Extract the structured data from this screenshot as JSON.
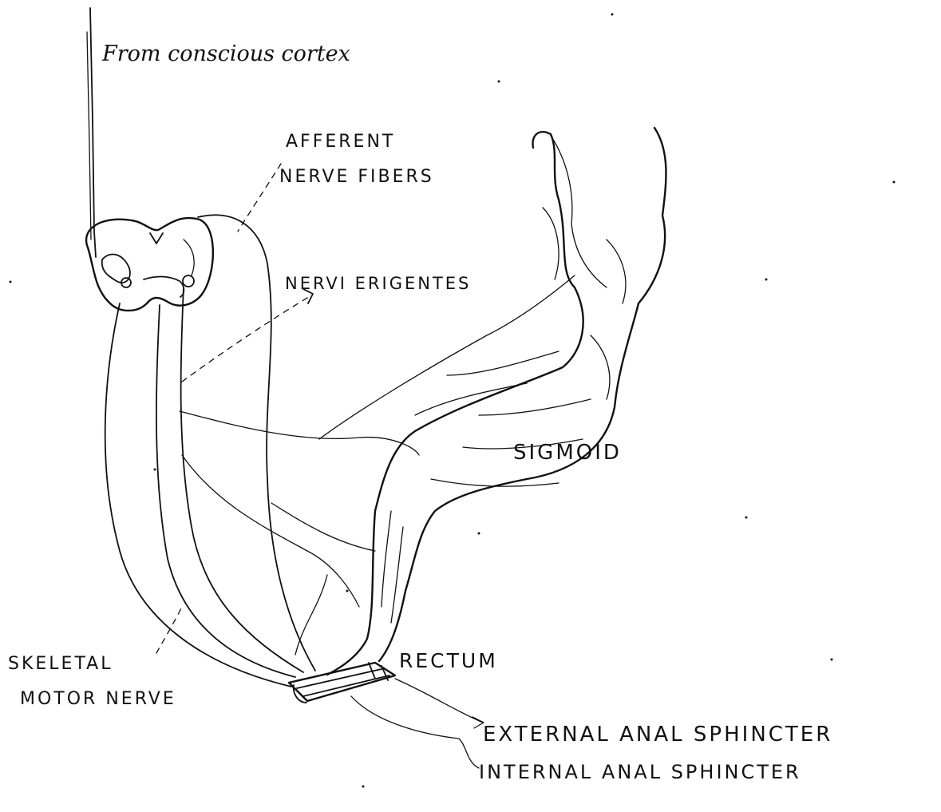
{
  "labels": {
    "cortex": "From conscious cortex",
    "afferent_line1": "AFFERENT",
    "afferent_line2": "NERVE FIBERS",
    "nervi": "NERVI ERIGENTES",
    "sigmoid": "SIGMOID",
    "rectum": "RECTUM",
    "skeletal_line1": "SKELETAL",
    "skeletal_line2": "MOTOR NERVE",
    "external": "EXTERNAL ANAL SPHINCTER",
    "internal": "INTERNAL ANAL SPHINCTER"
  }
}
